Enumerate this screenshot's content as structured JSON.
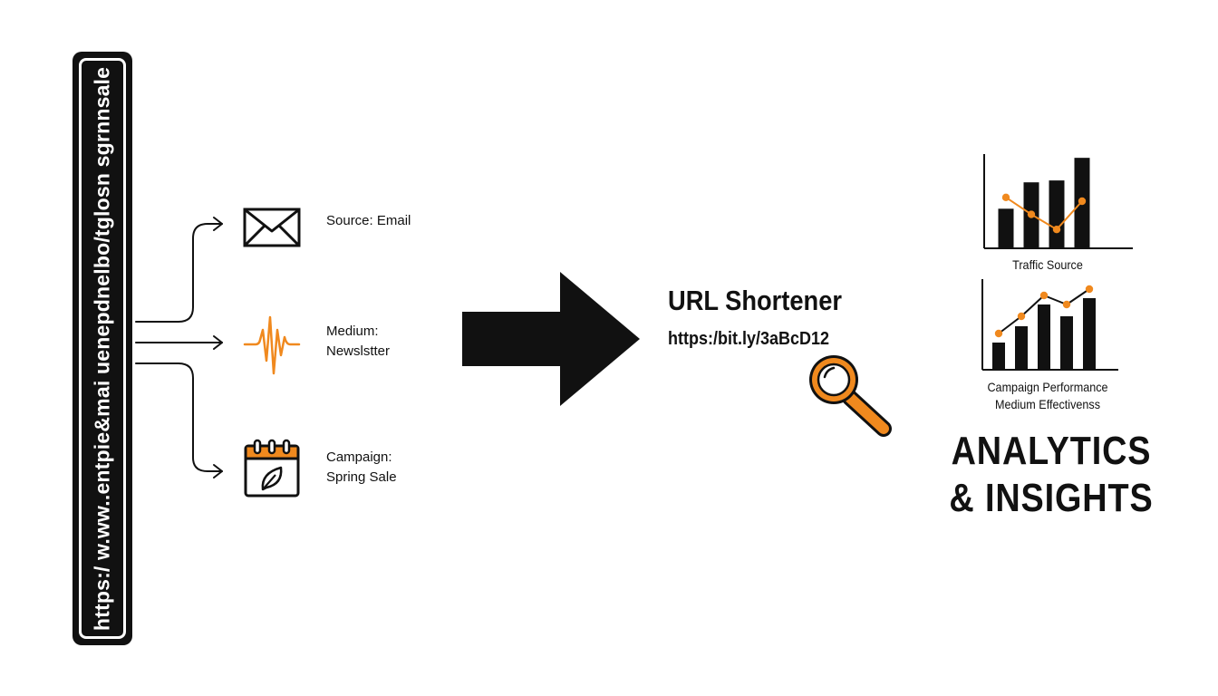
{
  "url_bar": {
    "text": "https:/ w.ww..entpie&mai uenepdnelbo/tglosn sgrnnsale"
  },
  "params": [
    {
      "icon": "envelope-icon",
      "line1": "Source: Email",
      "line2": ""
    },
    {
      "icon": "waveform-icon",
      "line1": "Medium:",
      "line2": "Newslstter"
    },
    {
      "icon": "calendar-icon",
      "line1": "Campaign:",
      "line2": "Spring Sale"
    }
  ],
  "shortener": {
    "title": "URL Shortener",
    "short_url": "https:/bit.ly/3aBcD12"
  },
  "colors": {
    "accent": "#f0891e",
    "ink": "#111111",
    "background": "#ffffff"
  },
  "chart_data": [
    {
      "type": "bar",
      "caption_lines": [
        "Traffic Source"
      ],
      "bar_values": [
        42,
        70,
        72,
        96
      ],
      "line_values": [
        54,
        36,
        20,
        50
      ],
      "ylim": [
        0,
        100
      ]
    },
    {
      "type": "bar",
      "caption_lines": [
        "Campaign Performance",
        "Medium Effectivenss"
      ],
      "bar_values": [
        30,
        48,
        72,
        59,
        79
      ],
      "line_values": [
        40,
        59,
        82,
        72,
        89
      ],
      "ylim": [
        0,
        100
      ]
    }
  ],
  "headline": {
    "line1": "ANALYTICS",
    "line2": "& INSIGHTS"
  }
}
